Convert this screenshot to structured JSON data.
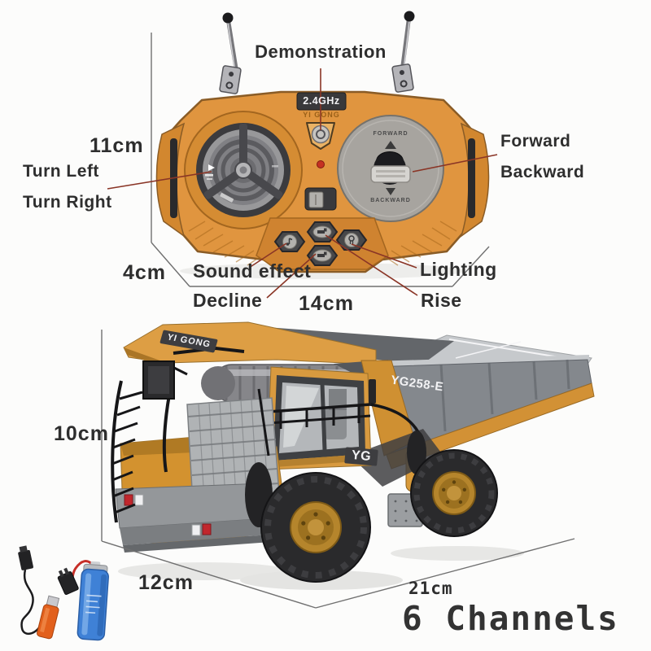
{
  "callouts": {
    "demonstration": "Demonstration",
    "turn_left": "Turn Left",
    "turn_right": "Turn Right",
    "forward": "Forward",
    "backward": "Backward",
    "sound_effect": "Sound effect",
    "lighting": "Lighting",
    "decline": "Decline",
    "rise": "Rise"
  },
  "dims": {
    "remote_height": "11cm",
    "remote_depth": "4cm",
    "remote_width": "14cm",
    "truck_height": "10cm",
    "truck_depth": "12cm",
    "truck_length": "21cm"
  },
  "remote": {
    "frequency": "2.4GHz",
    "brand": "YI GONG",
    "stick_top": "FORWARD",
    "stick_bottom": "BACKWARD"
  },
  "truck": {
    "canopy_brand": "YI GONG",
    "model": "YG258-E",
    "cab_badge": "YG"
  },
  "caption": {
    "channels": "6 Channels"
  },
  "colors": {
    "remote_orange": "#e0953f",
    "truck_yellow": "#d3922f",
    "bed_gray": "#84888d",
    "battery_blue": "#3f81d6",
    "callout_line": "#8a3526",
    "dimension_line": "#707070",
    "label_text": "#2e2e2e"
  }
}
